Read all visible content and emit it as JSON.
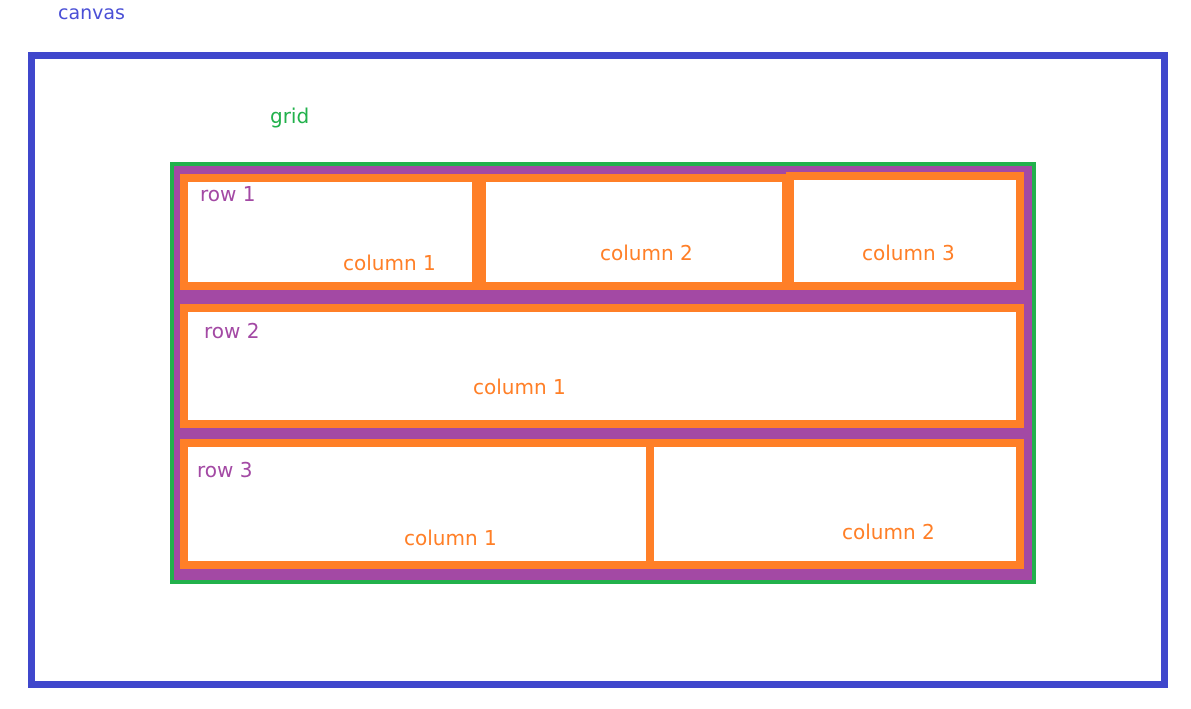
{
  "canvas": {
    "label": "canvas"
  },
  "grid": {
    "label": "grid"
  },
  "rows": [
    {
      "label": "row 1",
      "columns": [
        "column 1",
        "column 2",
        "column 3"
      ]
    },
    {
      "label": "row 2",
      "columns": [
        "column 1"
      ]
    },
    {
      "label": "row 3",
      "columns": [
        "column 1",
        "column 2"
      ]
    }
  ],
  "colors": {
    "canvas": "#3f47cc",
    "grid": "#22b14c",
    "row": "#a349a4",
    "column": "#ff7f27"
  }
}
